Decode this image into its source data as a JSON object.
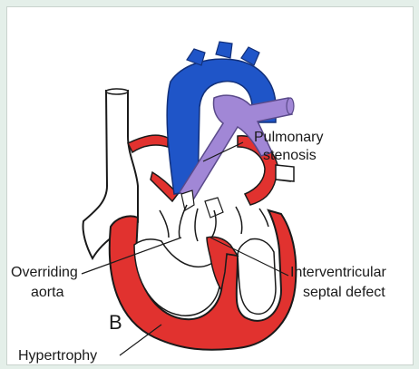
{
  "figure": {
    "panel_letter": "B",
    "labels": {
      "pulmonary_stenosis": [
        "Pulmonary",
        "stenosis"
      ],
      "overriding_aorta": [
        "Overriding",
        "aorta"
      ],
      "interventricular_septal_defect": [
        "Interventricular",
        "septal defect"
      ],
      "hypertrophy": "Hypertrophy"
    }
  },
  "colors": {
    "aorta_blue": "#1f55c8",
    "pulmonary_purple": "#a187d6",
    "muscle_red": "#e1322f",
    "outline": "#1a1a1a",
    "background": "#e4efe9"
  }
}
